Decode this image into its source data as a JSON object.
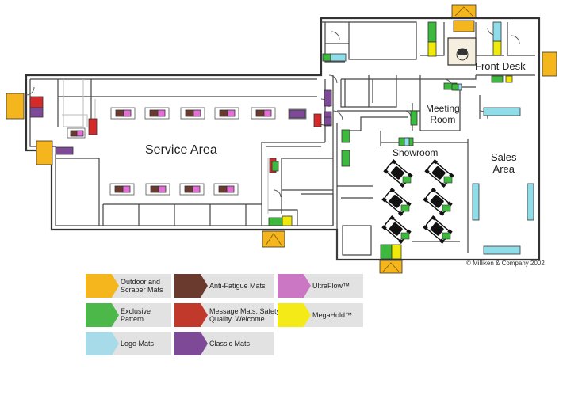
{
  "rooms": {
    "service_area": "Service Area",
    "front_desk": "Front Desk",
    "meeting_room": "Meeting\nRoom",
    "showroom": "Showroom",
    "sales_area": "Sales\nArea"
  },
  "copyright": "© Milliken & Company 2002",
  "legend": [
    {
      "label": "Outdoor and\nScraper Mats",
      "color": "#f5b51d"
    },
    {
      "label": "Anti-Fatigue Mats",
      "color": "#6b3a2e"
    },
    {
      "label": "UltraFlow™",
      "color": "#cc77c4"
    },
    {
      "label": "Exclusive\nPattern",
      "color": "#4cb849"
    },
    {
      "label": "Message Mats: Safety,\nQuality, Welcome",
      "color": "#c0392b"
    },
    {
      "label": "MegaHold™",
      "color": "#f3ea18"
    },
    {
      "label": "Logo Mats",
      "color": "#a8dbe9"
    },
    {
      "label": "Classic Mats",
      "color": "#7e4a97"
    }
  ],
  "colors": {
    "outdoor": "#f5b51d",
    "anti_fatigue": "#6b3a2e",
    "ultraflow": "#e36fd6",
    "exclusive": "#3dba3d",
    "message": "#d42a2a",
    "megahold": "#f0ea0a",
    "logo": "#8fdde9",
    "classic": "#7e4a97"
  }
}
